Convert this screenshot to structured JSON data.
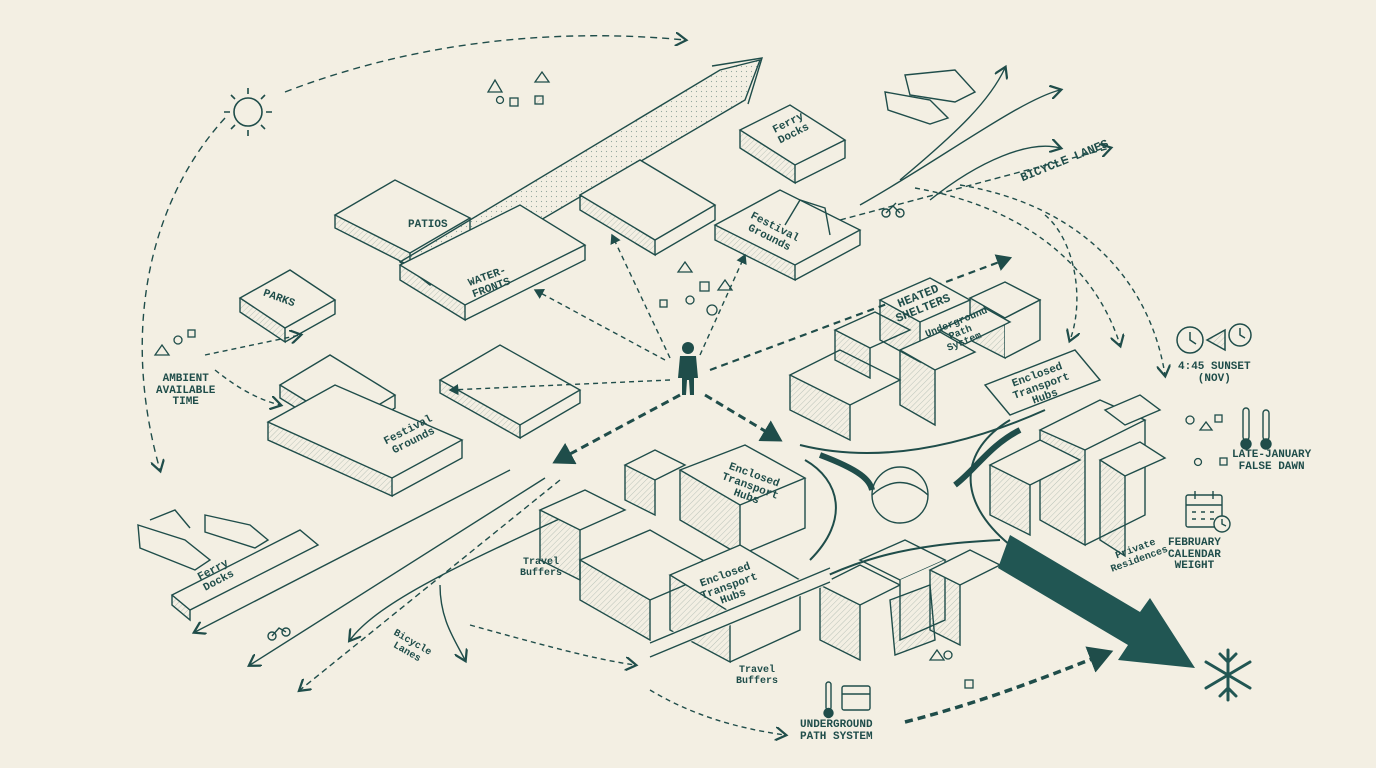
{
  "labels": {
    "ferry_docks_top": "Ferry\nDocks",
    "patios": "PATIOS",
    "festival_grounds_top": "Festival\nGrounds",
    "waterfronts": "WATER-\nFRONTS",
    "parks": "PARKS",
    "festival_grounds_left": "Festival\nGrounds",
    "bicycle_lanes_top": "BICYCLE LANES",
    "heated_shelters": "HEATED\nSHELTERS",
    "underground_path_system_block": "Underground\nPath\nSystem",
    "enclosed_transport_hubs_right": "Enclosed\nTransport\nHubs",
    "ferry_docks_left": "Ferry\nDocks",
    "travel_buffers_left": "Travel\nBuffers",
    "enclosed_transport_hubs_center": "Enclosed\nTransport\nHubs",
    "enclosed_transport_hubs_bottom": "Enclosed\nTransport\nHubs",
    "bicycle_lanes_bottom": "Bicycle\nLanes",
    "travel_buffers_bottom": "Travel\nBuffers",
    "private_residences": "Private\nResidences",
    "underground_path_system": "UNDERGROUND\nPATH SYSTEM",
    "ambient_available_time": "AMBIENT\nAVAILABLE\nTIME",
    "sunset": "4:45 SUNSET\n(NOV)",
    "false_dawn": "LATE-JANUARY\nFALSE DAWN",
    "february_weight": "FEBRUARY\nCALENDAR\nWEIGHT"
  },
  "icons": [
    "sun-icon",
    "snowflake-icon",
    "clock-icon",
    "thermometer-icon",
    "calendar-icon",
    "person-icon",
    "bicycle-icon",
    "ferry-icon"
  ],
  "colors": {
    "ink": "#1f4d4a",
    "paper": "#f3efe3",
    "teal_arrow": "#215653"
  }
}
